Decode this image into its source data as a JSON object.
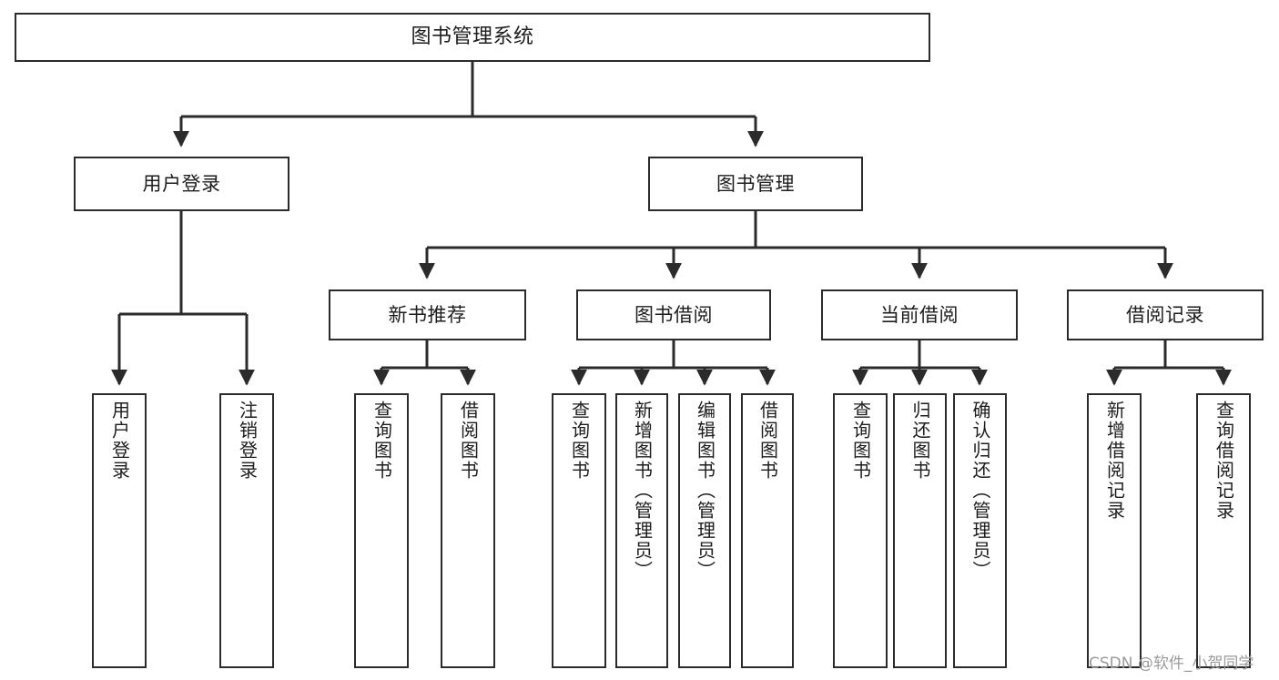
{
  "diagram": {
    "title": "图书管理系统",
    "type": "hierarchy-tree",
    "watermark": "CSDN @软件_小贺同学",
    "colors": {
      "background": "#ffffff",
      "node_border": "#2b2b2b",
      "node_fill": "#ffffff",
      "edge": "#2b2b2b",
      "text": "#1d1d1d",
      "watermark": "#9b9b9b"
    },
    "levels": {
      "root": {
        "label": "图书管理系统"
      },
      "level2": [
        {
          "id": "user-login",
          "label": "用户登录"
        },
        {
          "id": "book-manage",
          "label": "图书管理"
        }
      ],
      "level3": [
        {
          "id": "new-book-recommend",
          "label": "新书推荐",
          "parent": "book-manage"
        },
        {
          "id": "book-borrow",
          "label": "图书借阅",
          "parent": "book-manage"
        },
        {
          "id": "current-borrow",
          "label": "当前借阅",
          "parent": "book-manage"
        },
        {
          "id": "borrow-record",
          "label": "借阅记录",
          "parent": "book-manage"
        }
      ],
      "leaves": [
        {
          "id": "leaf-user-login",
          "label": "用户登录",
          "parent": "user-login"
        },
        {
          "id": "leaf-user-logout",
          "label": "注销登录",
          "parent": "user-login"
        },
        {
          "id": "leaf-query-book-1",
          "label": "查询图书",
          "parent": "new-book-recommend"
        },
        {
          "id": "leaf-borrow-book-1",
          "label": "借阅图书",
          "parent": "new-book-recommend"
        },
        {
          "id": "leaf-query-book-2",
          "label": "查询图书",
          "parent": "book-borrow"
        },
        {
          "id": "leaf-add-book",
          "label": "新增图书（管理员）",
          "parent": "book-borrow"
        },
        {
          "id": "leaf-edit-book",
          "label": "编辑图书（管理员）",
          "parent": "book-borrow"
        },
        {
          "id": "leaf-borrow-book-2",
          "label": "借阅图书",
          "parent": "book-borrow"
        },
        {
          "id": "leaf-query-book-3",
          "label": "查询图书",
          "parent": "current-borrow"
        },
        {
          "id": "leaf-return-book",
          "label": "归还图书",
          "parent": "current-borrow"
        },
        {
          "id": "leaf-confirm-return",
          "label": "确认归还（管理员）",
          "parent": "current-borrow"
        },
        {
          "id": "leaf-add-record",
          "label": "新增借阅记录",
          "parent": "borrow-record"
        },
        {
          "id": "leaf-query-record",
          "label": "查询借阅记录",
          "parent": "borrow-record"
        }
      ]
    }
  }
}
